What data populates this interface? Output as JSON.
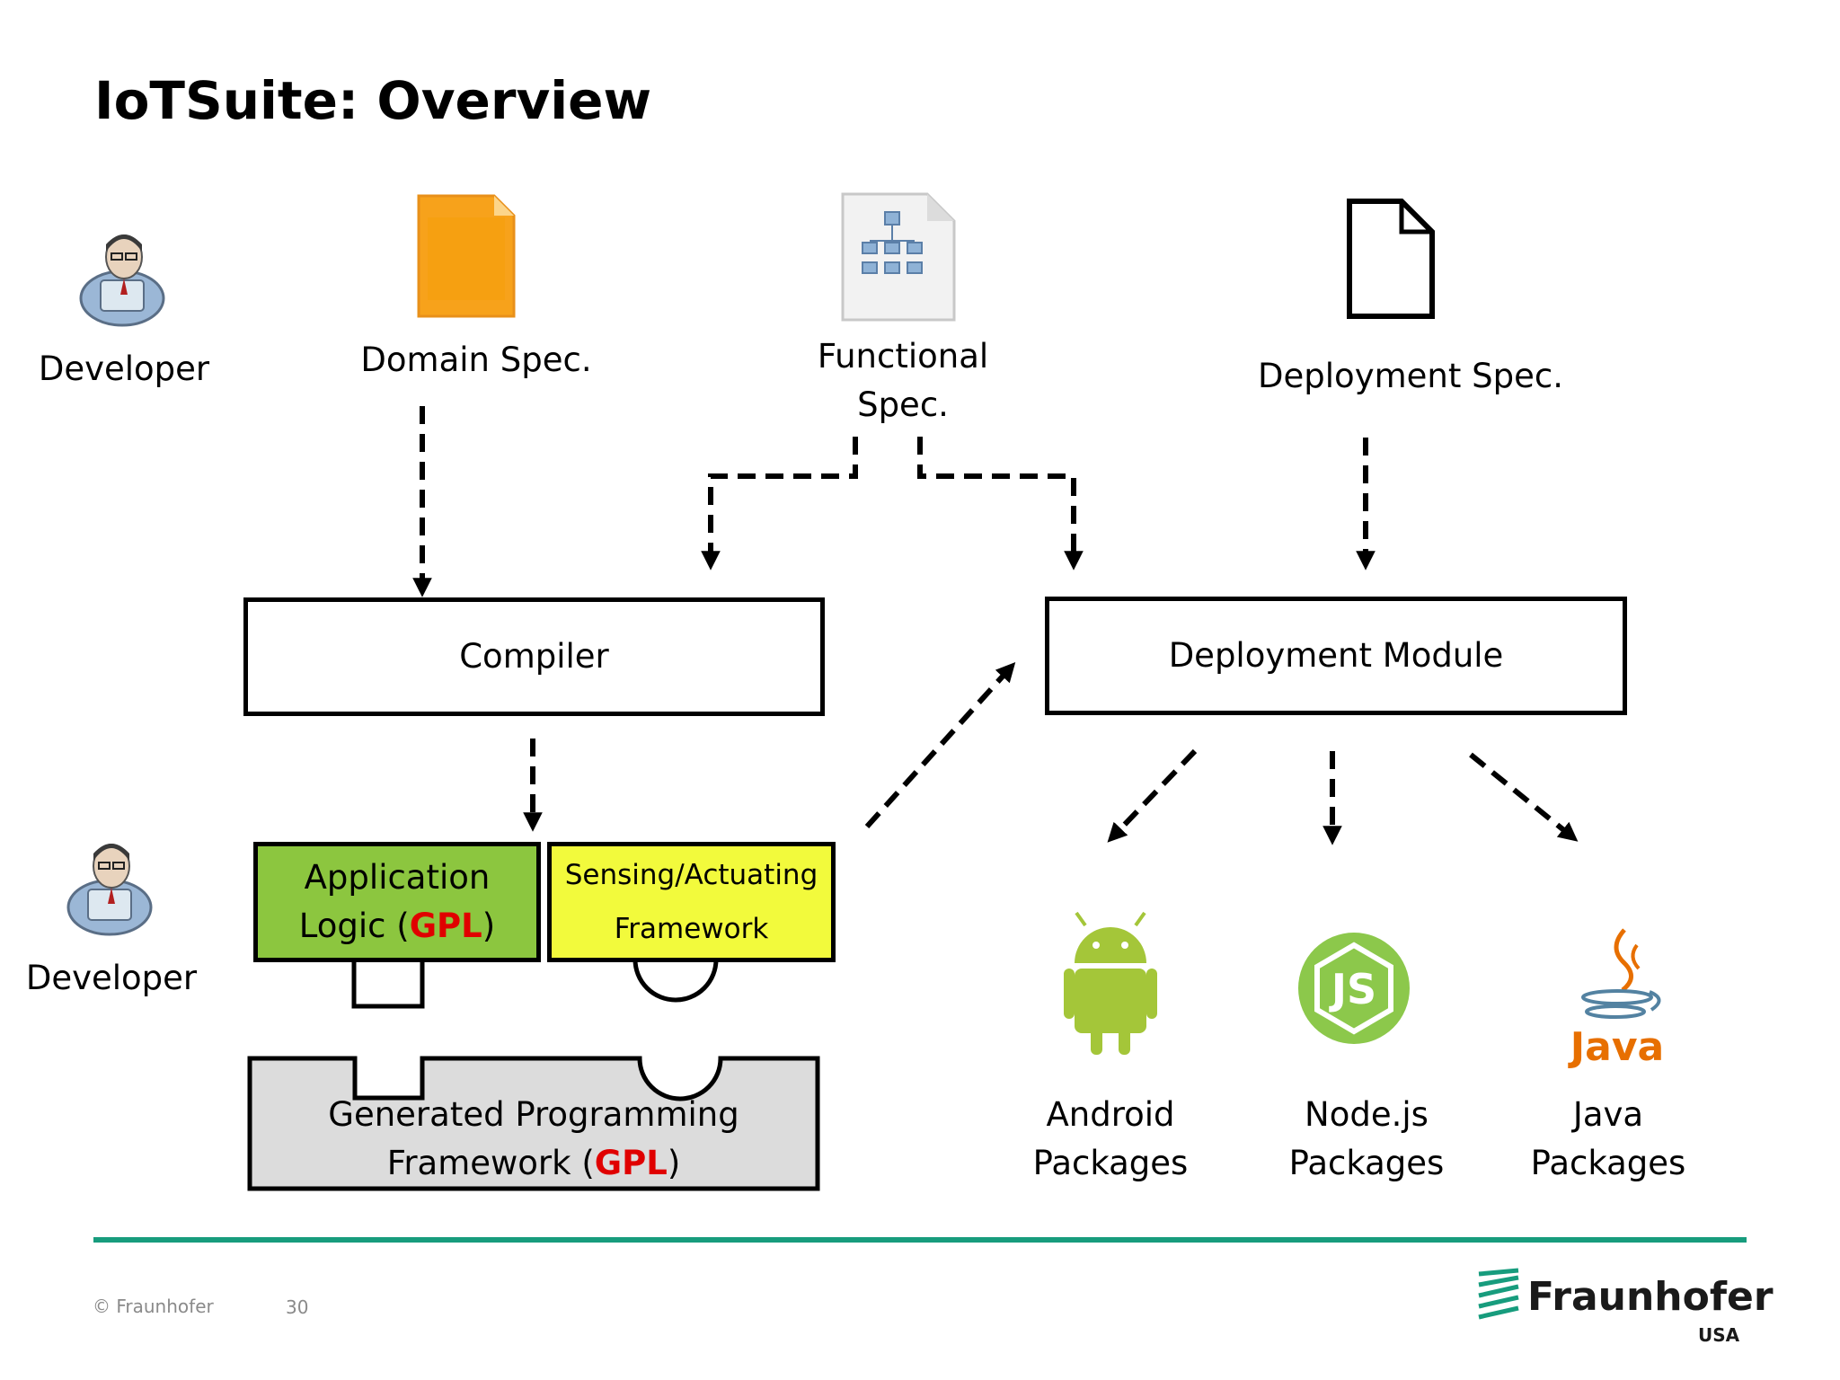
{
  "slide": {
    "title": "IoTSuite: Overview",
    "footer_copyright": "© Fraunhofer",
    "page_number": "30",
    "logo_name": "Fraunhofer",
    "logo_sub": "USA"
  },
  "inputs": {
    "developer_top": "Developer",
    "domain_spec": "Domain Spec.",
    "functional_spec_line1": "Functional",
    "functional_spec_line2": "Spec.",
    "deployment_spec": "Deployment Spec."
  },
  "modules": {
    "compiler": "Compiler",
    "deployment_module": "Deployment Module"
  },
  "framework": {
    "app_logic_line1": "Application",
    "app_logic_line2_prefix": "Logic (",
    "app_logic_gpl": "GPL",
    "app_logic_line2_suffix": ")",
    "sensing_line1": "Sensing/Actuating",
    "sensing_line2": "Framework",
    "generated_line1": "Generated Programming",
    "generated_line2_prefix": "Framework (",
    "generated_gpl": "GPL",
    "generated_line2_suffix": ")",
    "developer_bottom": "Developer"
  },
  "outputs": {
    "android_line1": "Android",
    "android_line2": "Packages",
    "node_line1": "Node.js",
    "node_line2": "Packages",
    "java_line1": "Java",
    "java_line2": "Packages",
    "node_logo_text": "JS",
    "java_logo_text": "Java"
  },
  "colors": {
    "app_logic_fill": "#8cc63f",
    "sensing_fill": "#f2fa3c",
    "generated_fill": "#dcdcdc",
    "gpl_red": "#e00000",
    "android_green": "#a4c639",
    "node_green": "#8cc84b",
    "java_orange": "#e76f00",
    "java_blue": "#5382a1",
    "divider_teal": "#179c7d",
    "doc_orange": "#f7a21b"
  },
  "icons": [
    "developer-icon",
    "orange-document-icon",
    "flowchart-document-icon",
    "blank-document-icon",
    "android-icon",
    "nodejs-icon",
    "java-icon",
    "fraunhofer-logo-icon"
  ]
}
